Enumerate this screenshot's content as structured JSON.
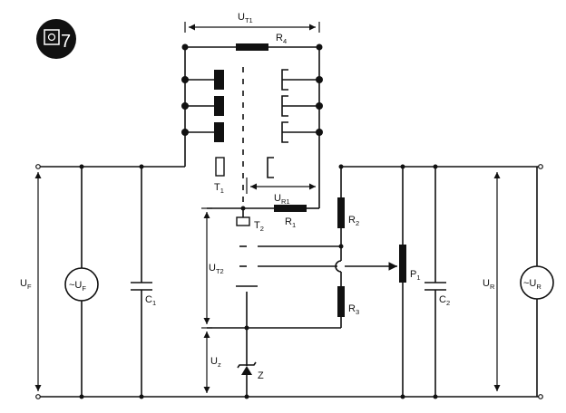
{
  "figure_number": "7",
  "labels": {
    "ut1": {
      "main": "U",
      "sub": "T1"
    },
    "r4": {
      "main": "R",
      "sub": "4"
    },
    "t1": {
      "main": "T",
      "sub": "1"
    },
    "ur1": {
      "main": "U",
      "sub": "R1"
    },
    "r1": {
      "main": "R",
      "sub": "1"
    },
    "t2": {
      "main": "T",
      "sub": "2"
    },
    "r2": {
      "main": "R",
      "sub": "2"
    },
    "ut2": {
      "main": "U",
      "sub": "T2"
    },
    "p1": {
      "main": "P",
      "sub": "1"
    },
    "r3": {
      "main": "R",
      "sub": "3"
    },
    "uz": {
      "main": "U",
      "sub": "z"
    },
    "z": {
      "main": "Z"
    },
    "uf": {
      "main": "U",
      "sub": "F"
    },
    "uf_source": {
      "main": "~U",
      "sub": "F"
    },
    "c1": {
      "main": "C",
      "sub": "1"
    },
    "c2": {
      "main": "C",
      "sub": "2"
    },
    "ur": {
      "main": "U",
      "sub": "R"
    },
    "ur_source": {
      "main": "~U",
      "sub": "R"
    }
  }
}
